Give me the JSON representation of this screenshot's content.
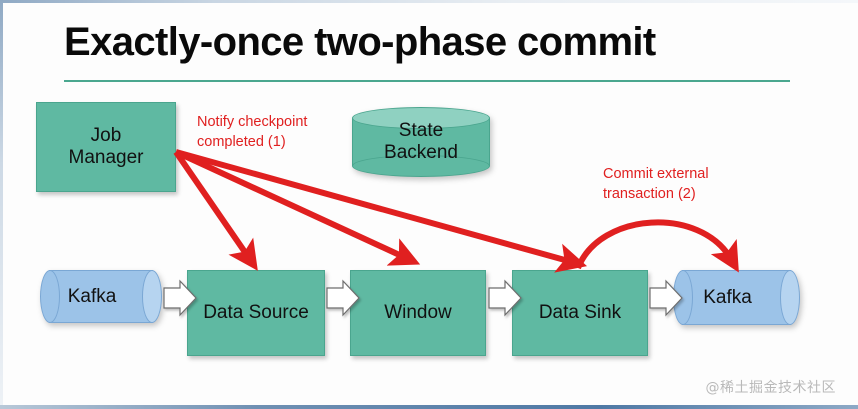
{
  "slide": {
    "title": "Exactly-once two-phase commit",
    "accent_color": "#4aa78f",
    "watermark": "@稀土掘金技术社区"
  },
  "palette": {
    "green_fill": "#5fb9a2",
    "green_light": "#8fd1c1",
    "blue_fill": "#9cc3e8",
    "blue_light": "#b6d4f0",
    "arrow_red": "#e02020",
    "flow_arrow_fill": "#ffffff"
  },
  "nodes": {
    "job_manager": {
      "label": "Job\nManager",
      "shape": "rectangle",
      "fill": "#5fb9a2"
    },
    "state_backend": {
      "label": "State\nBackend",
      "shape": "cylinder",
      "fill": "#5fb9a2"
    },
    "kafka_source": {
      "label": "Kafka",
      "shape": "cylinder",
      "fill": "#9cc3e8"
    },
    "data_source": {
      "label": "Data Source",
      "shape": "rectangle",
      "fill": "#5fb9a2"
    },
    "window": {
      "label": "Window",
      "shape": "rectangle",
      "fill": "#5fb9a2"
    },
    "data_sink": {
      "label": "Data Sink",
      "shape": "rectangle",
      "fill": "#5fb9a2"
    },
    "kafka_sink": {
      "label": "Kafka",
      "shape": "cylinder",
      "fill": "#9cc3e8"
    }
  },
  "annotations": {
    "notify": "Notify checkpoint\ncompleted (1)",
    "commit": "Commit external\ntransaction (2)"
  },
  "flow_arrows": [
    {
      "from": "kafka_source",
      "to": "data_source"
    },
    {
      "from": "data_source",
      "to": "window"
    },
    {
      "from": "window",
      "to": "data_sink"
    },
    {
      "from": "data_sink",
      "to": "kafka_sink"
    }
  ],
  "signal_arrows": [
    {
      "from": "job_manager",
      "to": "data_source",
      "label_ref": "notify"
    },
    {
      "from": "job_manager",
      "to": "window",
      "label_ref": "notify"
    },
    {
      "from": "job_manager",
      "to": "data_sink",
      "label_ref": "notify"
    },
    {
      "from": "data_sink",
      "to": "kafka_sink",
      "label_ref": "commit",
      "style": "curved"
    }
  ]
}
